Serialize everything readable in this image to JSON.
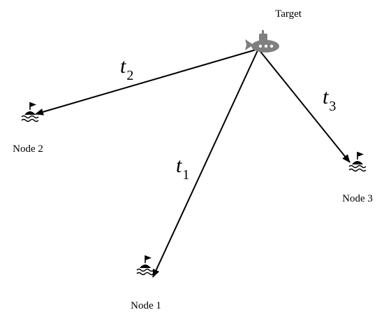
{
  "diagram": {
    "target": {
      "label": "Target",
      "icon": "submarine-icon",
      "color": "#7f7f7f"
    },
    "nodes": [
      {
        "label": "Node 1",
        "icon": "buoy-icon"
      },
      {
        "label": "Node 2",
        "icon": "buoy-icon"
      },
      {
        "label": "Node 3",
        "icon": "buoy-icon"
      }
    ],
    "edges": [
      {
        "base": "t",
        "sub": "1",
        "from": "Target",
        "to": "Node 1"
      },
      {
        "base": "t",
        "sub": "2",
        "from": "Target",
        "to": "Node 2"
      },
      {
        "base": "t",
        "sub": "3",
        "from": "Target",
        "to": "Node 3"
      }
    ]
  }
}
